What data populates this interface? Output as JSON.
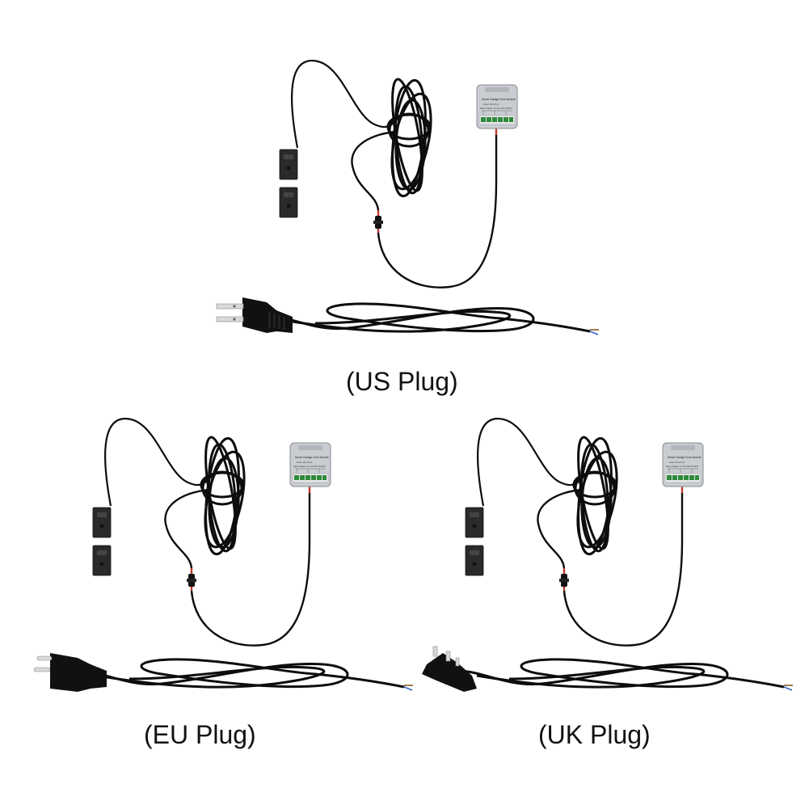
{
  "captions": {
    "us": "(US Plug)",
    "eu": "(EU Plug)",
    "uk": "(UK Plug)"
  },
  "module": {
    "title": "Smart Garage Door Module",
    "line1": "Model: MS-105-W",
    "line2": "Rated Voltage: AC 100-240V 50/60Hz"
  },
  "colors": {
    "cable": "#0d0d0d",
    "module_body": "#c9ccd0",
    "module_edge": "#8a8d92",
    "terminal": "#2f8a3a",
    "red_wire": "#c0392b",
    "sensor": "#2a2a2a"
  }
}
